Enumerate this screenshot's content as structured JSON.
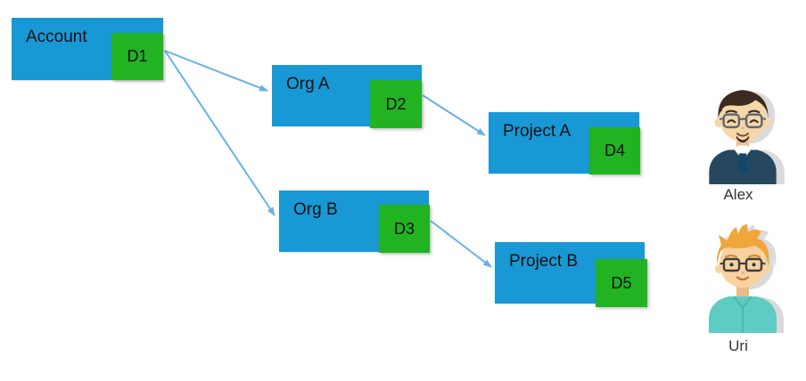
{
  "diagram": {
    "nodes": [
      {
        "id": "account",
        "label": "Account",
        "badge": "D1"
      },
      {
        "id": "org-a",
        "label": "Org A",
        "badge": "D2"
      },
      {
        "id": "project-a",
        "label": "Project A",
        "badge": "D4"
      },
      {
        "id": "org-b",
        "label": "Org B",
        "badge": "D3"
      },
      {
        "id": "project-b",
        "label": "Project B",
        "badge": "D5"
      }
    ],
    "edges": [
      {
        "from": "Account (D1)",
        "to": "Org A"
      },
      {
        "from": "Account (D1)",
        "to": "Org B"
      },
      {
        "from": "Org A (D2)",
        "to": "Project A"
      },
      {
        "from": "Org B (D3)",
        "to": "Project B"
      }
    ],
    "colors": {
      "node_blue": "#1899d6",
      "badge_green": "#21b321",
      "arrow_blue": "#66b1e7"
    }
  },
  "users": [
    {
      "name": "Alex"
    },
    {
      "name": "Uri"
    }
  ]
}
